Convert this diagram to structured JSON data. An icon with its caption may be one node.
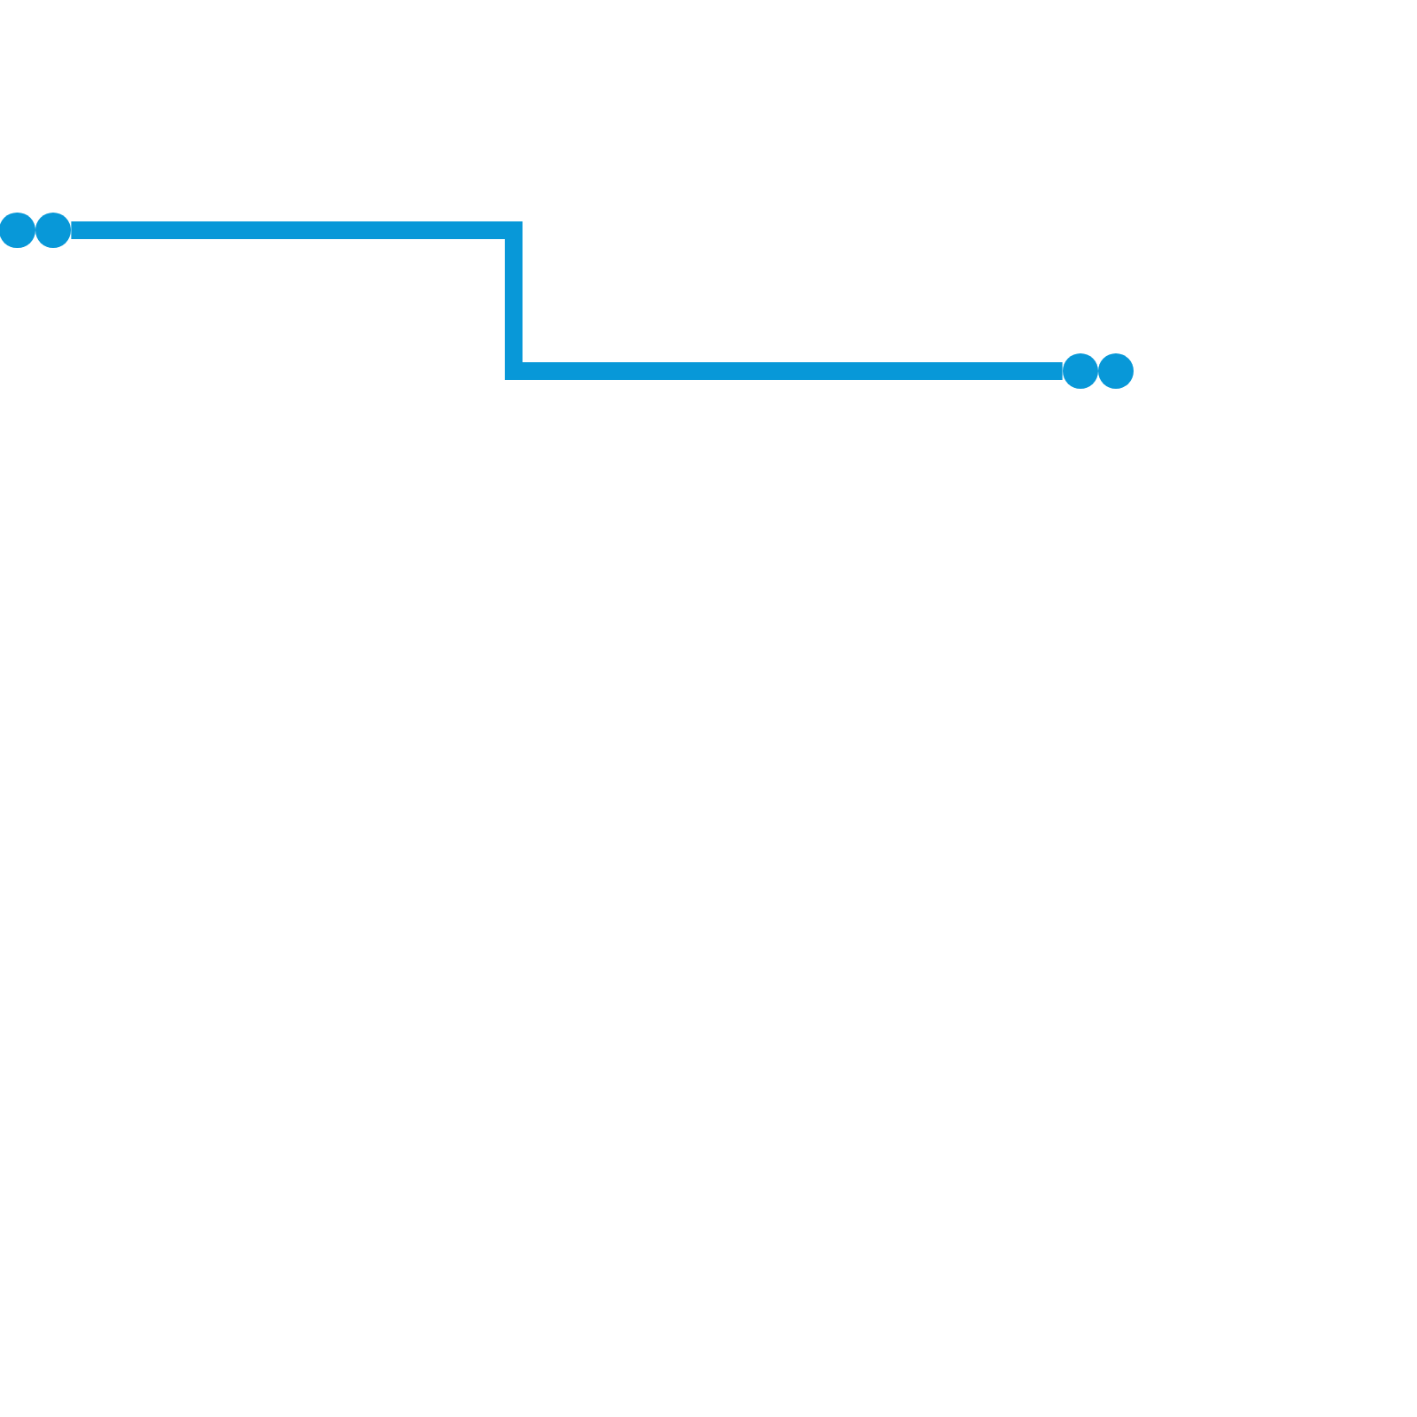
{
  "diagram": {
    "nodes": [
      {
        "text": [],
        "shape": "circle"
      },
      {
        "text": [],
        "shape": "circle"
      },
      {
        "text": [],
        "shape": "circle"
      },
      {
        "text": [],
        "shape": "circle"
      }
    ],
    "edges": [
      {
        "from": 1,
        "to": 2,
        "arrow": "none"
      }
    ]
  }
}
